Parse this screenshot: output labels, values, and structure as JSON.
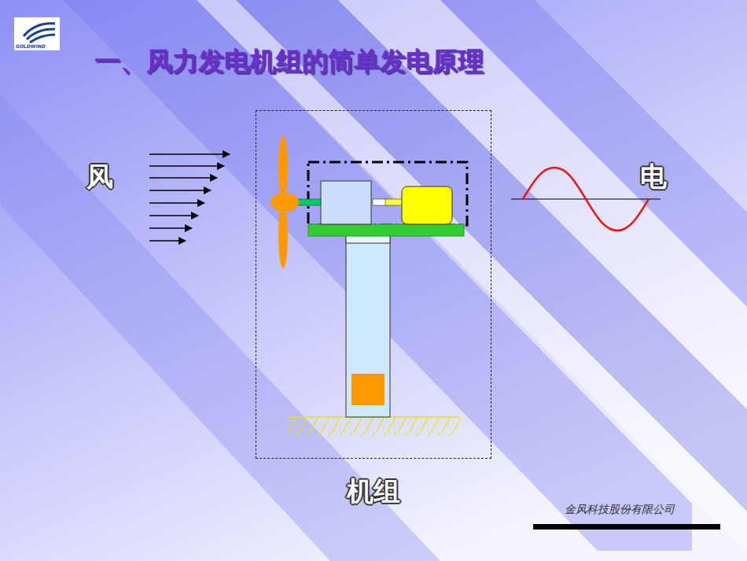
{
  "diagram": {
    "title": "一、风力发电机组的简单发电原理",
    "nodes": [
      {
        "text": [
          "机组"
        ]
      }
    ],
    "labels": [
      "GOLDWIND",
      "风",
      "电",
      "金风科技股份有限公司"
    ]
  }
}
